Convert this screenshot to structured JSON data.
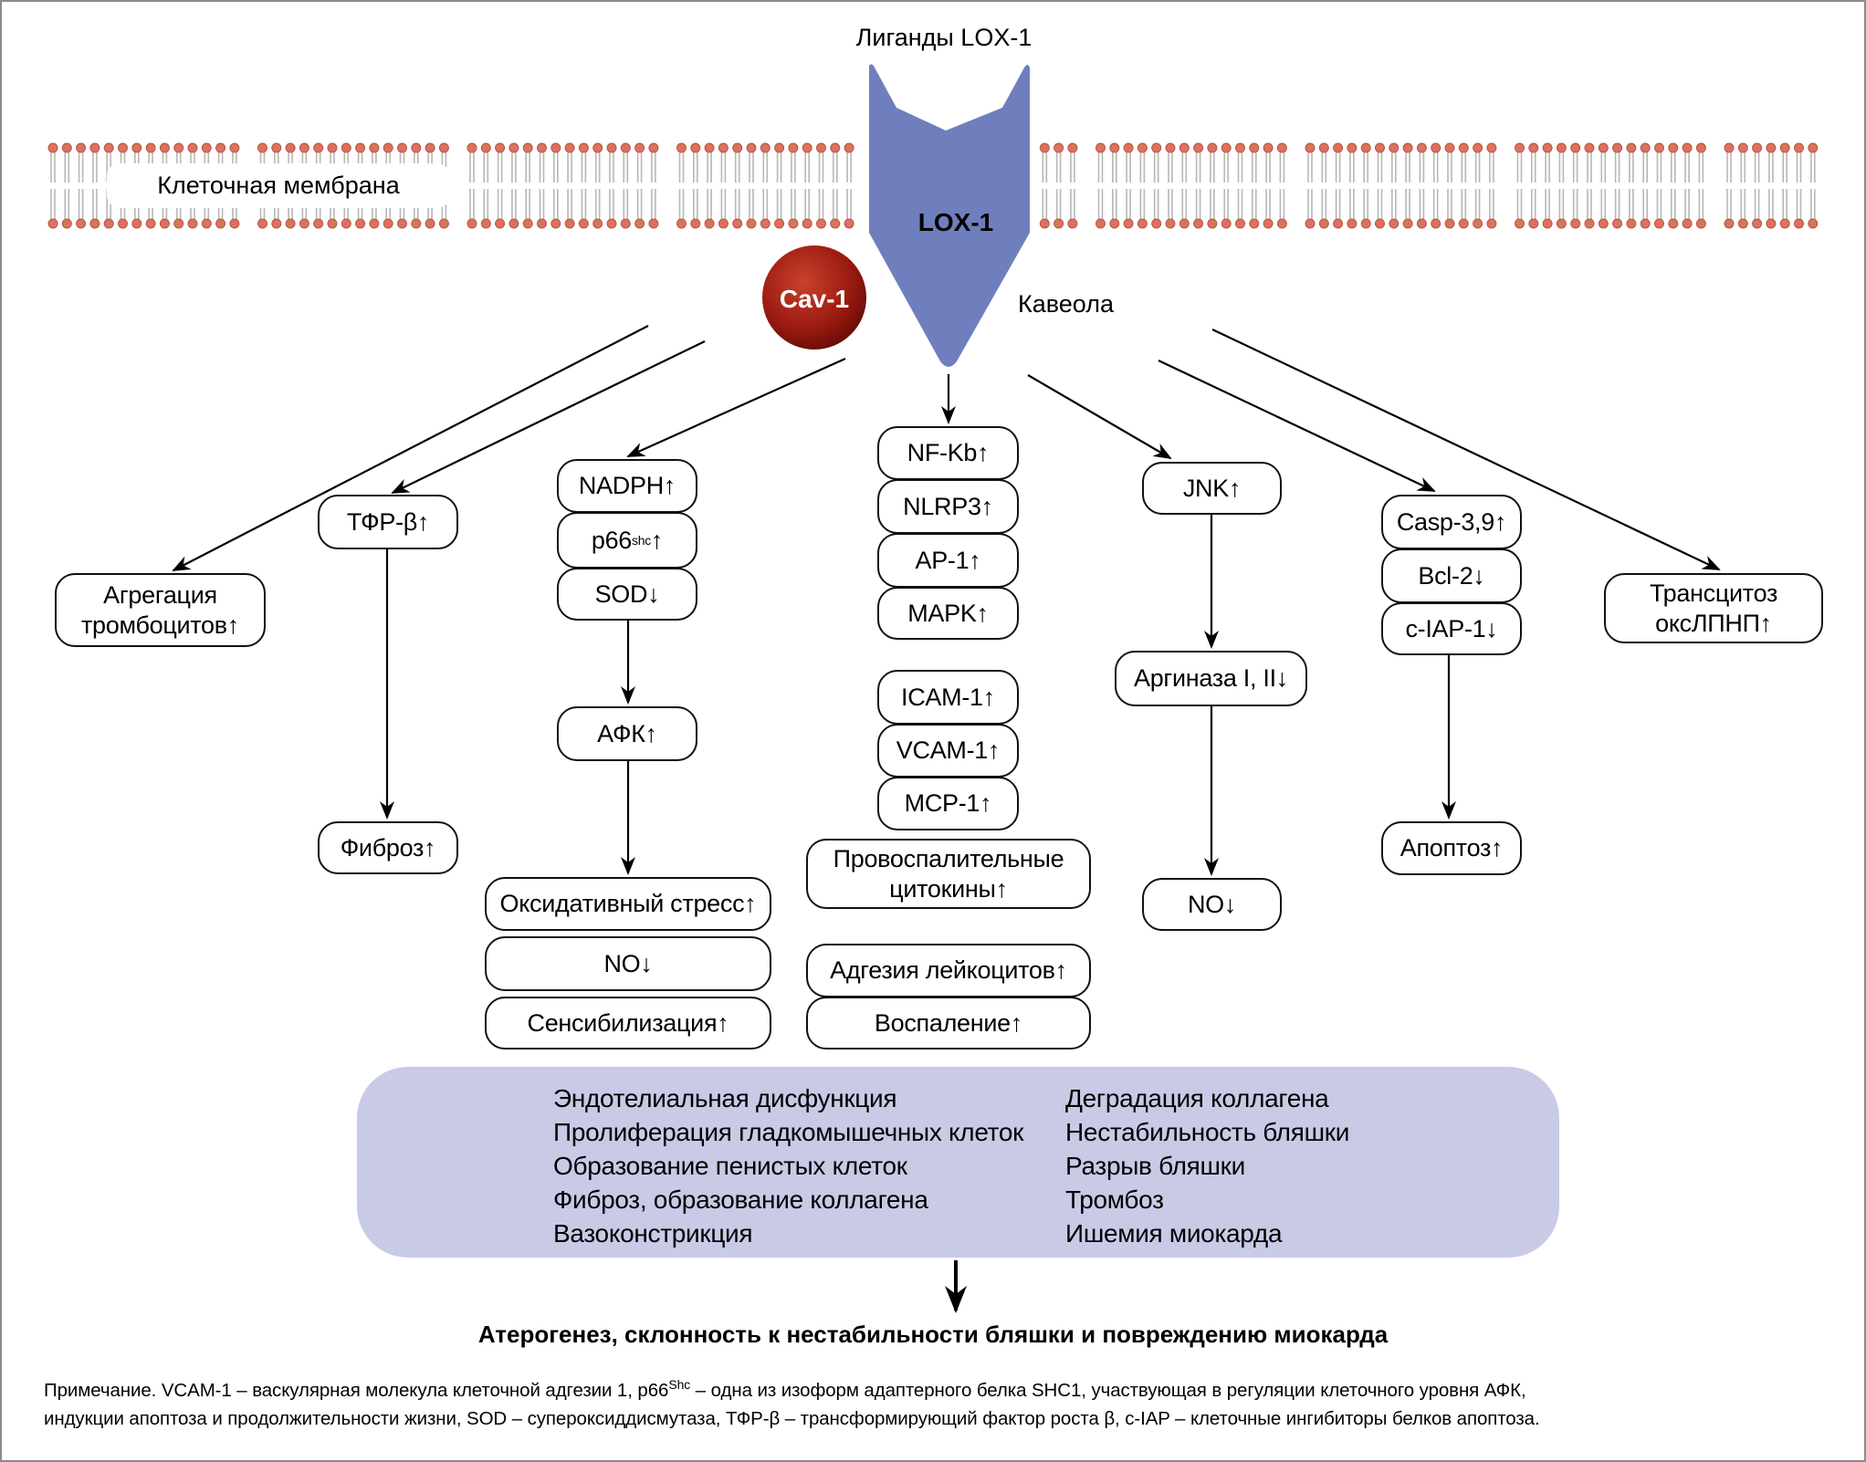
{
  "header": {
    "ligands_label": "Лиганды LOX-1",
    "receptor_label": "LOX-1",
    "membrane_label": "Клеточная мембрана",
    "cav_label": "Cav-1",
    "caveola_label": "Кавеола"
  },
  "colors": {
    "receptor": "#6f7fbd",
    "cav1": "#9a1a10",
    "membrane_head": "#d9735e",
    "membrane_tail": "#b7b7b7",
    "outcome_box": "#c8cae6",
    "frame": "#8a8a8a"
  },
  "branches": {
    "platelet": {
      "label_line1": "Агрегация",
      "label_line2": "тромбоцитов↑"
    },
    "tgf": {
      "top": "ТФР-β↑",
      "bottom": "Фиброз↑"
    },
    "ros": {
      "stack": [
        {
          "base": "NADPH",
          "sup": "",
          "arrow": "↑"
        },
        {
          "base": "p66",
          "sup": "shc",
          "arrow": "↑"
        },
        {
          "base": "SOD",
          "sup": "",
          "arrow": "↓"
        }
      ],
      "mid": "АФК↑",
      "bottom": [
        "Оксидативный стресс↑",
        "NO↓",
        "Сенсибилизация↑"
      ]
    },
    "nfkb": {
      "stack1": [
        "NF-Kb↑",
        "NLRP3↑",
        "AP-1↑",
        "MAPK↑"
      ],
      "stack2": [
        "ICAM-1↑",
        "VCAM-1↑",
        "MCP-1↑"
      ],
      "cytokines_line1": "Провоспалительные",
      "cytokines_line2": "цитокины↑",
      "stack3": [
        "Адгезия лейкоцитов↑",
        "Воспаление↑"
      ]
    },
    "jnk": {
      "top": "JNK↑",
      "mid": "Аргиназа I, II↓",
      "bottom": "NO↓"
    },
    "apoptosis": {
      "stack": [
        "Casp-3,9↑",
        "Bcl-2↓",
        "c-IAP-1↓"
      ],
      "bottom": "Апоптоз↑"
    },
    "transcytosis": {
      "label_line1": "Трансцитоз",
      "label_line2": "оксЛПНП↑"
    }
  },
  "outcomes": {
    "left": [
      "Эндотелиальная дисфункция",
      "Пролиферация гладкомышечных клеток",
      "Образование пенистых клеток",
      "Фиброз, образование коллагена",
      "Вазоконстрикция"
    ],
    "right": [
      "Деградация коллагена",
      "Нестабильность бляшки",
      "Разрыв бляшки",
      "Тромбоз",
      "Ишемия миокарда"
    ]
  },
  "final_title": "Атерогенез, склонность к нестабильности бляшки и повреждению миокарда",
  "note": {
    "prefix": "Примечание. VCAM-1 – васкулярная молекула клеточной адгезии 1, p66",
    "sup": "Shc",
    "line1_rest": " – одна из изоформ адаптерного белка SHC1, участвующая в регуляции клеточного уровня АФК,",
    "line2": "индукции апоптоза и продолжительности жизни, SOD – супероксиддисмутаза, ТФР-β – трансформирующий фактор роста β, c-IAP – клеточные ингибиторы белков апоптоза."
  }
}
